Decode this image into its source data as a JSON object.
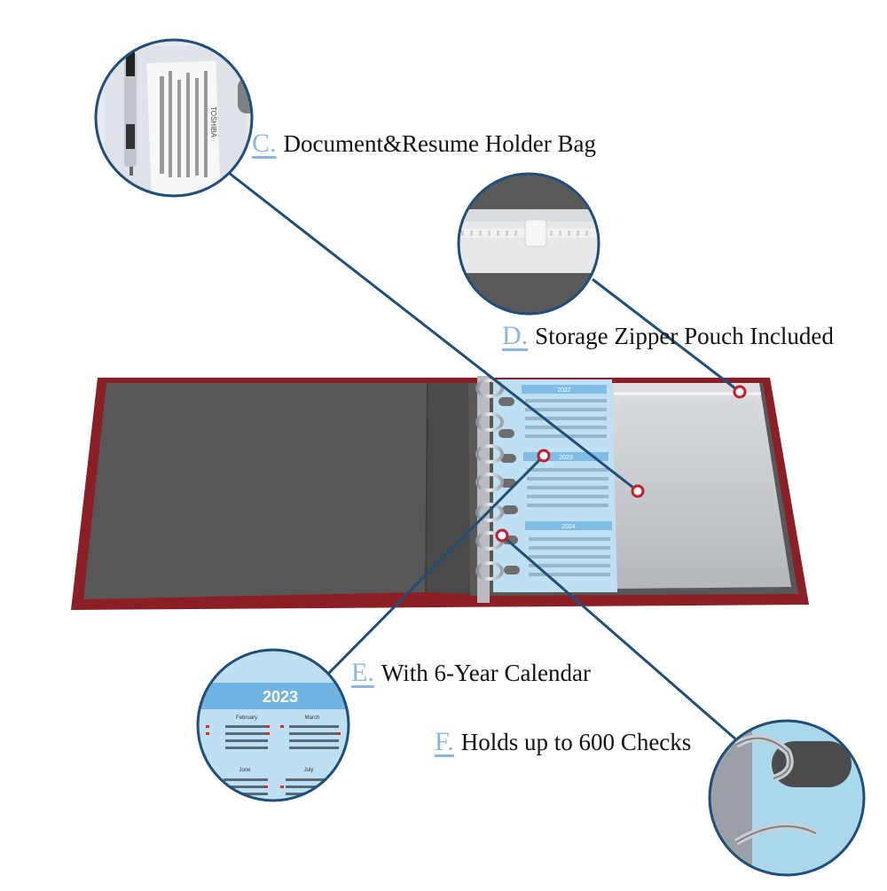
{
  "features": [
    {
      "letter": "C.",
      "text": "Document&Resume Holder Bag"
    },
    {
      "letter": "D.",
      "text": "Storage Zipper Pouch Included"
    },
    {
      "letter": "E.",
      "text": "With 6-Year Calendar"
    },
    {
      "letter": "F.",
      "text": "Holds up to 600 Checks"
    }
  ],
  "calendar": {
    "years": [
      "2022",
      "2023",
      "2024"
    ],
    "zoom_year": "2023",
    "zoom_months": [
      "February",
      "March",
      "June",
      "July"
    ]
  },
  "doc_card": {
    "brand": "TOSHIBA"
  },
  "colors": {
    "accent_letter": "#8cb6dd",
    "leader_line": "#1f4e79",
    "binder_cover": "#8c1f26",
    "binder_inner": "#555555",
    "calendar_blue": "#bfe0f2",
    "marker_red": "#c0202a"
  }
}
